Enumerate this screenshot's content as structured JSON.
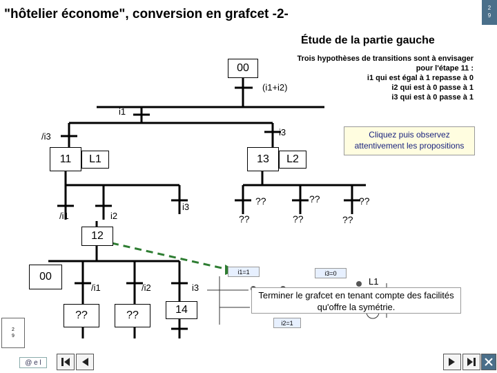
{
  "header": {
    "title": "\"hôtelier économe\", conversion en grafcet -2-",
    "page_number": "2",
    "page_sub": "9"
  },
  "subtitle": "Étude de la partie gauche",
  "hypotheses": {
    "intro": "Trois hypothèses de transitions sont à envisager pour l'étape 11 :",
    "lines": [
      "i1 qui est égal à 1 repasse à 0",
      "i2 qui est à 0 passe à 1",
      "i3 qui est à 0 passe à 1"
    ]
  },
  "grafcet": {
    "step_00": "00",
    "trans_i1_i2": "(i1+i2)",
    "trans_i1": "i1",
    "trans_not_i3": "/i3",
    "trans_i3_right": "i3",
    "step_11": "11",
    "action_L1": "L1",
    "step_13": "13",
    "action_L2": "L2",
    "trans_not_i1": "/i1",
    "trans_i2": "i2",
    "trans_i3_mid": "i3",
    "qm_1": "??",
    "qm_2": "??",
    "qm_3": "??",
    "qm_4": "??",
    "qm_5": "??",
    "qm_6": "??",
    "step_12": "12",
    "step_00_bottom": "00",
    "trans_not_i1_bottom": "/i1",
    "trans_not_i2_bottom": "/i2",
    "trans_i3_bottom": "i3",
    "qm_bottom_1": "??",
    "qm_bottom_2": "??",
    "step_14": "14"
  },
  "hint_box": "Cliquez puis observez attentivement les propositions",
  "chips": {
    "i1": "i1=1",
    "i3": "i3=0",
    "i2": "i2=1"
  },
  "partial_label": "L1",
  "terminate_box": "Terminer le grafcet en tenant compte des facilités qu'offre la symétrie.",
  "footer": {
    "thumb_page": "2",
    "thumb_sub": "9",
    "home_label": "@ e l"
  },
  "colors": {
    "arrow": "#2e7d32",
    "nav_accent": "#4a6f8a"
  }
}
